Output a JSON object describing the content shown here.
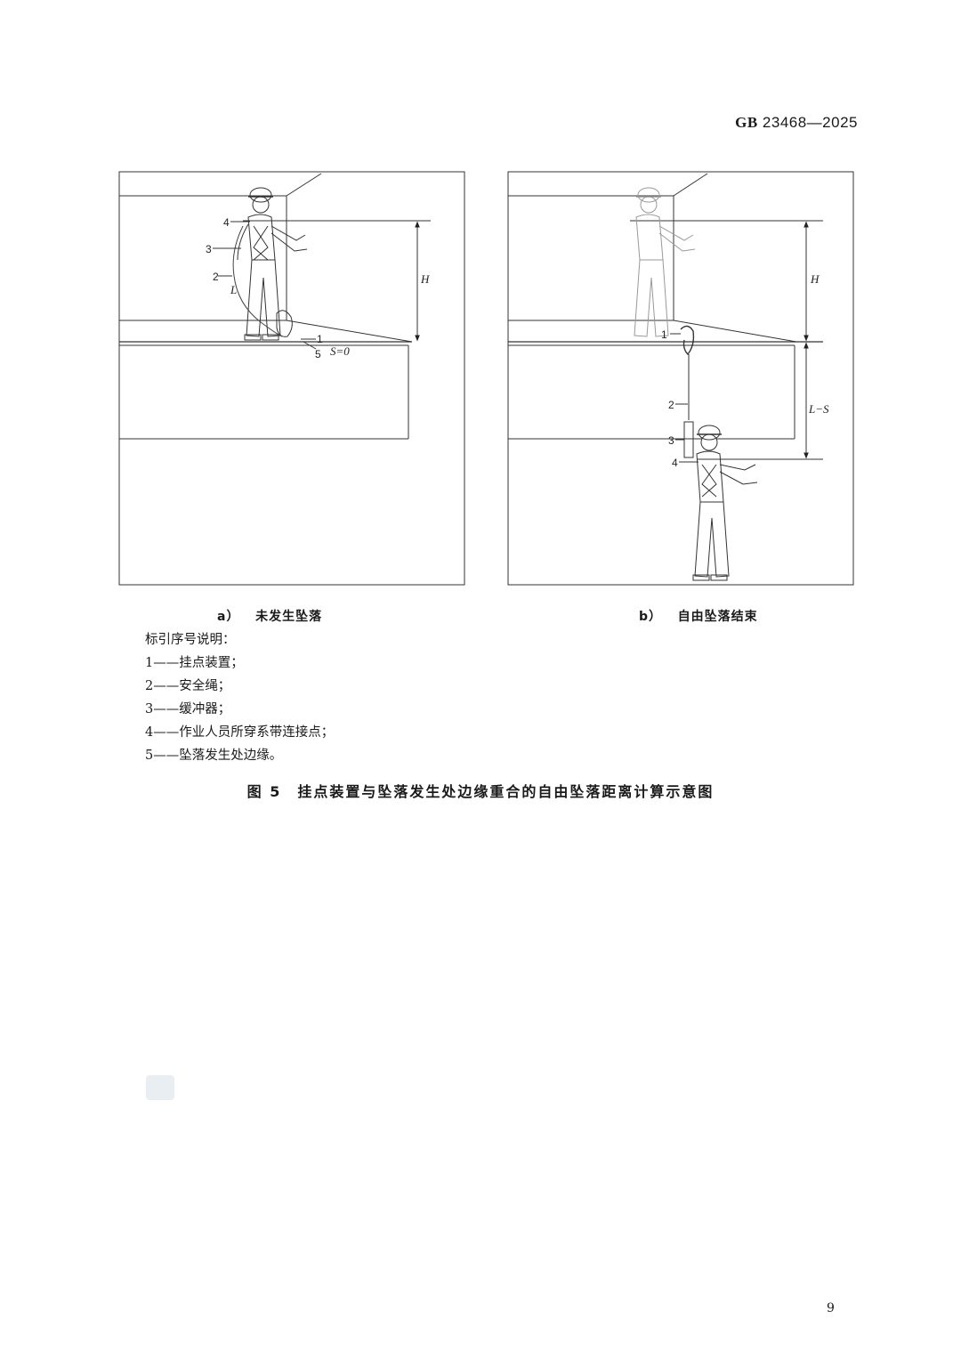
{
  "header": {
    "std_prefix": "GB",
    "std_number": "23468—2025"
  },
  "figure": {
    "panel_a": {
      "caption_letter": "a）",
      "caption_text": "未发生坠落",
      "callouts": [
        "1",
        "2",
        "3",
        "4",
        "5"
      ],
      "dim_H": "H",
      "label_L": "L",
      "label_S": "S=0"
    },
    "panel_b": {
      "caption_letter": "b）",
      "caption_text": "自由坠落结束",
      "callouts": [
        "1",
        "2",
        "3",
        "4"
      ],
      "dim_H": "H",
      "dim_LS": "L−S"
    }
  },
  "legend": {
    "title": "标引序号说明：",
    "items": [
      "1——挂点装置；",
      "2——安全绳；",
      "3——缓冲器；",
      "4——作业人员所穿系带连接点；",
      "5——坠落发生处边缘。"
    ]
  },
  "figure_title": "图 5　挂点装置与坠落发生处边缘重合的自由坠落距离计算示意图",
  "page_number": "9"
}
